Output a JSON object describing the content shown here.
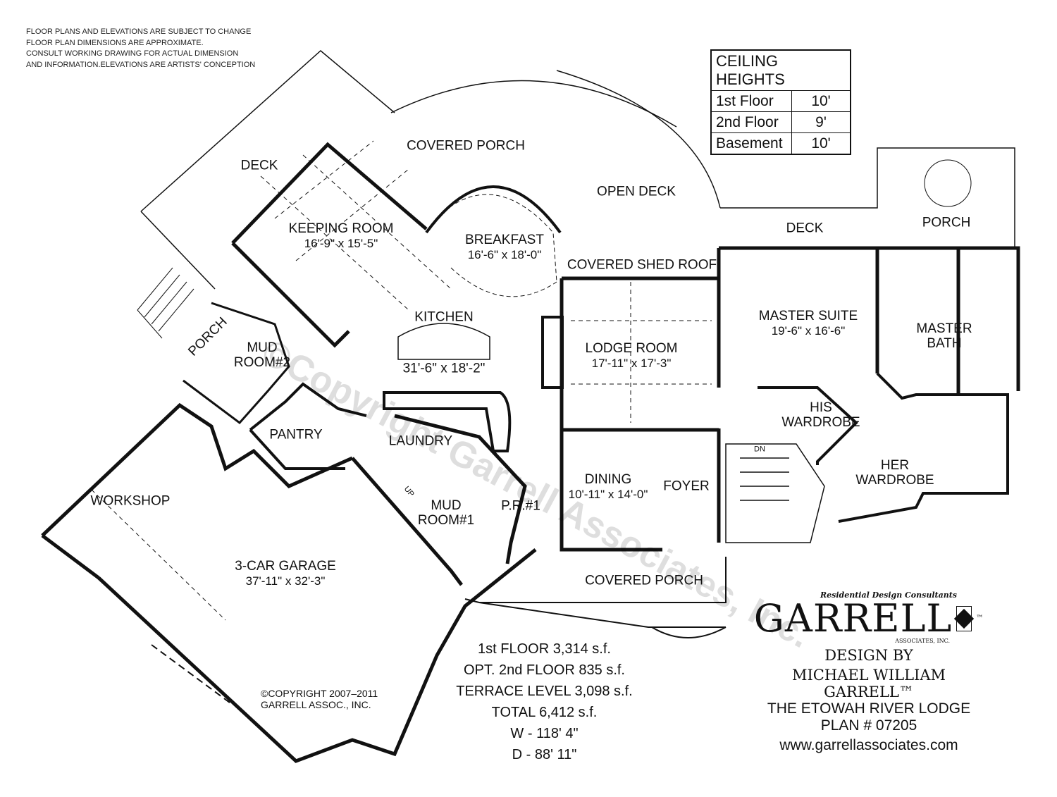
{
  "disclaimer": [
    "FLOOR PLANS AND ELEVATIONS ARE SUBJECT TO CHANGE",
    "FLOOR PLAN DIMENSIONS ARE APPROXIMATE.",
    "CONSULT WORKING DRAWING FOR ACTUAL DIMENSION",
    "AND INFORMATION.ELEVATIONS ARE ARTISTS' CONCEPTION"
  ],
  "ceiling_heights": {
    "title": "CEILING HEIGHTS",
    "rows": [
      {
        "floor": "1st Floor",
        "height": "10'"
      },
      {
        "floor": "2nd Floor",
        "height": "9'"
      },
      {
        "floor": "Basement",
        "height": "10'"
      }
    ]
  },
  "rooms": {
    "deck_left": {
      "name": "DECK"
    },
    "covered_porch_top": {
      "name": "COVERED PORCH"
    },
    "open_deck": {
      "name": "OPEN DECK"
    },
    "keeping_room": {
      "name": "KEEPING ROOM",
      "dim": "16'-9\" x 15'-5\""
    },
    "breakfast": {
      "name": "BREAKFAST",
      "dim": "16'-6\" x 18'-0\""
    },
    "covered_shed_roof": {
      "name": "COVERED SHED ROOF"
    },
    "deck_right": {
      "name": "DECK"
    },
    "porch_right": {
      "name": "PORCH"
    },
    "kitchen": {
      "name": "KITCHEN",
      "dim": "31'-6\" x 18'-2\""
    },
    "lodge_room": {
      "name": "LODGE ROOM",
      "dim": "17'-11\" x 17'-3\""
    },
    "master_suite": {
      "name": "MASTER SUITE",
      "dim": "19'-6\" x 16'-6\""
    },
    "master_bath": {
      "name": "MASTER",
      "name2": "BATH"
    },
    "porch_left": {
      "name": "PORCH"
    },
    "mud_room_2": {
      "name": "MUD",
      "name2": "ROOM#2"
    },
    "pantry": {
      "name": "PANTRY"
    },
    "laundry": {
      "name": "LAUNDRY"
    },
    "his_wardrobe": {
      "name": "HIS",
      "name2": "WARDROBE"
    },
    "her_wardrobe": {
      "name": "HER",
      "name2": "WARDROBE"
    },
    "workshop": {
      "name": "WORKSHOP"
    },
    "dining": {
      "name": "DINING",
      "dim": "10'-11\" x 14'-0\""
    },
    "foyer": {
      "name": "FOYER"
    },
    "mud_room_1": {
      "name": "MUD",
      "name2": "ROOM#1"
    },
    "powder_room": {
      "name": "P.R.#1"
    },
    "garage": {
      "name": "3-CAR GARAGE",
      "dim": "37'-11\" x 32'-3\""
    },
    "covered_porch_front": {
      "name": "COVERED PORCH"
    },
    "stair_dn": {
      "name": "DN"
    },
    "stair_up": {
      "name": "UP"
    }
  },
  "watermark": "©Copyright Garrell Associates, Inc.",
  "copyright": [
    "©COPYRIGHT  2007–2011",
    "GARRELL  ASSOC.,  INC."
  ],
  "stats": [
    "1st FLOOR 3,314 s.f.",
    "OPT. 2nd FLOOR 835 s.f.",
    "TERRACE LEVEL 3,098 s.f.",
    "TOTAL 6,412 s.f.",
    "W - 118' 4\"",
    "D -  88' 11\""
  ],
  "logo": {
    "tagline": "Residential Design Consultants",
    "name": "GARRELL",
    "tm": "™",
    "sub": "ASSOCIATES, INC.",
    "design_by": "DESIGN BY",
    "designer": "MICHAEL WILLIAM GARRELL™",
    "project": "THE ETOWAH RIVER LODGE",
    "plan": "PLAN #  07205",
    "url": "www.garrellassociates.com"
  }
}
